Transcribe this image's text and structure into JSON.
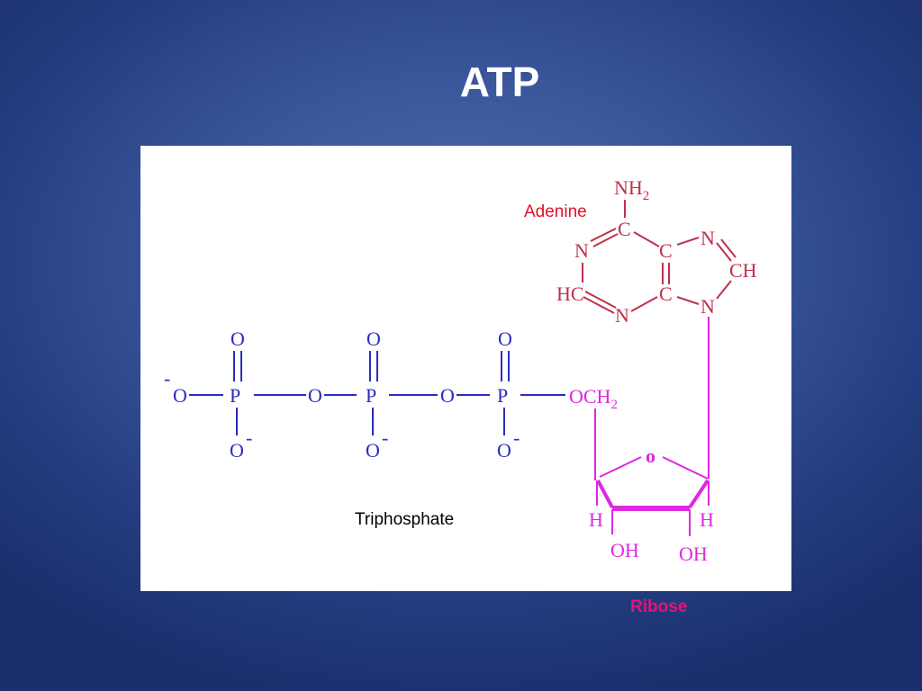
{
  "slide": {
    "title": "ATP"
  },
  "labels": {
    "adenine": "Adenine",
    "triphosphate": "Triphosphate",
    "ribose": "Ribose"
  },
  "colors": {
    "phosphate": "#2c2cc0",
    "adenine": "#c0304a",
    "ribose": "#e028e0",
    "ribose_label": "#e0157a"
  },
  "molecule": {
    "phosphate": {
      "o": "O",
      "p": "P",
      "minus": "-"
    },
    "linker": {
      "och": "OCH",
      "sub2": "2"
    },
    "adenine": {
      "nh": "NH",
      "sub2": "2",
      "c": "C",
      "n": "N",
      "ch": "CH",
      "hc": "HC"
    },
    "ribose": {
      "ring_o": "o",
      "h": "H",
      "oh": "OH"
    }
  }
}
